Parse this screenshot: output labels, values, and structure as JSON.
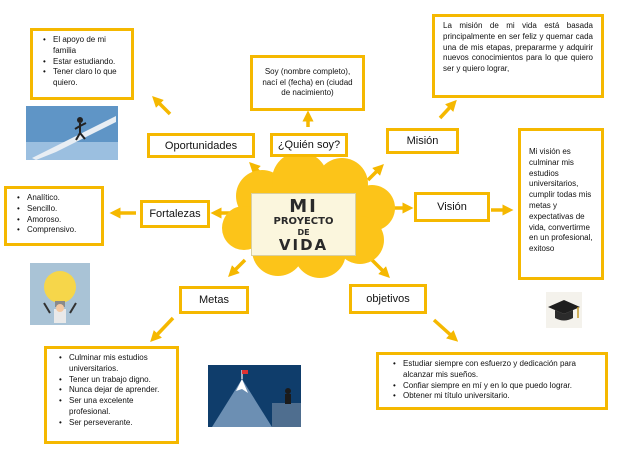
{
  "center": {
    "line1": "MI",
    "line2": "PROYECTO",
    "line3": "DE",
    "line4": "VIDA"
  },
  "nodes": {
    "quien_soy": "¿Quién soy?",
    "oportunidades": "Oportunidades",
    "mision": "Misión",
    "fortalezas": "Fortalezas",
    "vision": "Visión",
    "metas": "Metas",
    "objetivos": "objetivos"
  },
  "details": {
    "quien_soy": "Soy (nombre completo), nací el (fecha) en (ciudad de nacimiento)",
    "oportunidades": [
      "El apoyo de mi familia",
      "Estar estudiando.",
      "Tener claro lo que quiero."
    ],
    "mision": "La misión de mi vida está basada principalmente en ser feliz y quemar cada una de mis etapas, prepararme y adquirir nuevos conocimientos para lo que quiero ser y quiero lograr,",
    "vision": "Mi visión es culminar mis estudios universitarios, cumplir todas mis metas y expectativas de vida, convertirme en un profesional, exitoso",
    "fortalezas": [
      "Analítico.",
      "Sencillo.",
      "Amoroso.",
      "Comprensivo."
    ],
    "metas": [
      "Culminar mis estudios universitarios.",
      "Tener un trabajo digno.",
      "Nunca dejar de aprender.",
      "Ser una excelente profesional.",
      "Ser perseverante."
    ],
    "objetivos": [
      "Estudiar siempre con esfuerzo y dedicación para alcanzar mis sueños.",
      "Confiar siempre en mí y en lo que puedo lograr.",
      "Obtener mi título universitario."
    ]
  },
  "icons": [
    "businessman-stairs-illustration",
    "lightbulb-person-illustration",
    "mountain-summit-illustration",
    "graduation-cap-icon"
  ],
  "colors": {
    "accent": "#f5b800",
    "cloud": "#fcc419",
    "card": "#fbf6dd"
  }
}
